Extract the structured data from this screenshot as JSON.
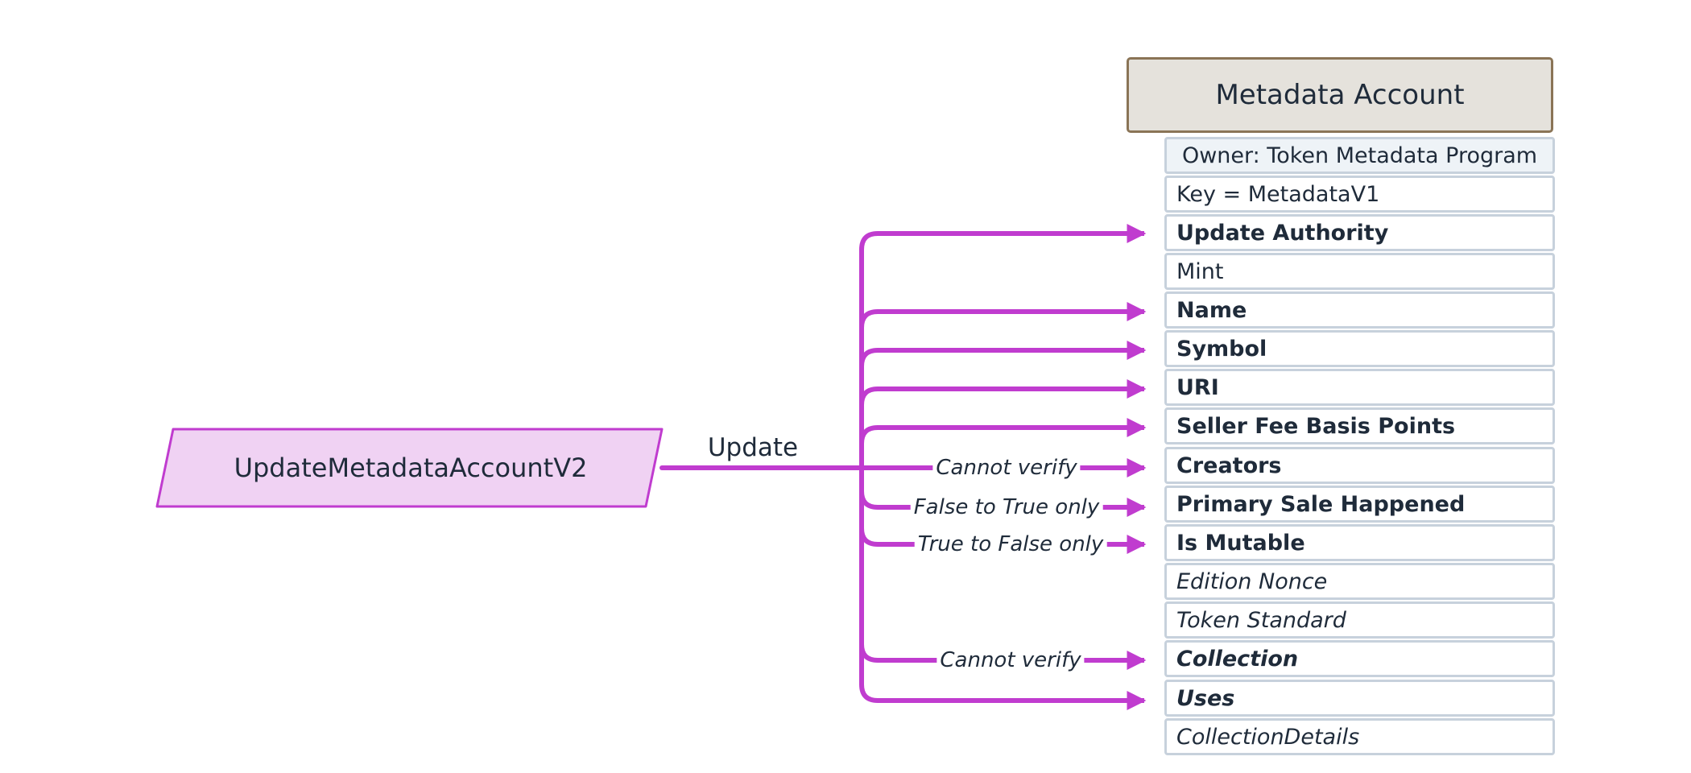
{
  "instruction": {
    "label": "UpdateMetadataAccountV2"
  },
  "update_label": "Update",
  "account": {
    "title": "Metadata Account",
    "fields": [
      {
        "label": "Owner: Token Metadata Program",
        "style": "owner"
      },
      {
        "label": "Key = MetadataV1",
        "style": "normal"
      },
      {
        "label": "Update Authority",
        "style": "bold"
      },
      {
        "label": "Mint",
        "style": "normal"
      },
      {
        "label": "Name",
        "style": "bold"
      },
      {
        "label": "Symbol",
        "style": "bold"
      },
      {
        "label": "URI",
        "style": "bold"
      },
      {
        "label": "Seller Fee Basis Points",
        "style": "bold"
      },
      {
        "label": "Creators",
        "style": "bold"
      },
      {
        "label": "Primary Sale Happened",
        "style": "bold"
      },
      {
        "label": "Is Mutable",
        "style": "bold"
      },
      {
        "label": "Edition Nonce",
        "style": "italic"
      },
      {
        "label": "Token Standard",
        "style": "italic"
      },
      {
        "label": "Collection",
        "style": "bold-italic"
      },
      {
        "label": "Uses",
        "style": "bold-italic"
      },
      {
        "label": "CollectionDetails",
        "style": "italic"
      }
    ]
  },
  "edge_labels": {
    "creators": "Cannot verify",
    "primary_sale": "False to True only",
    "is_mutable": "True to False only",
    "collection": "Cannot verify"
  },
  "colors": {
    "arrow": "#c03ccf",
    "instruction_fill": "#f0d2f3",
    "header_fill": "#e5e2dc",
    "header_border": "#8a7456",
    "field_border": "#c7d1dc",
    "owner_fill": "#eef3f7",
    "text": "#1f2b3a"
  }
}
